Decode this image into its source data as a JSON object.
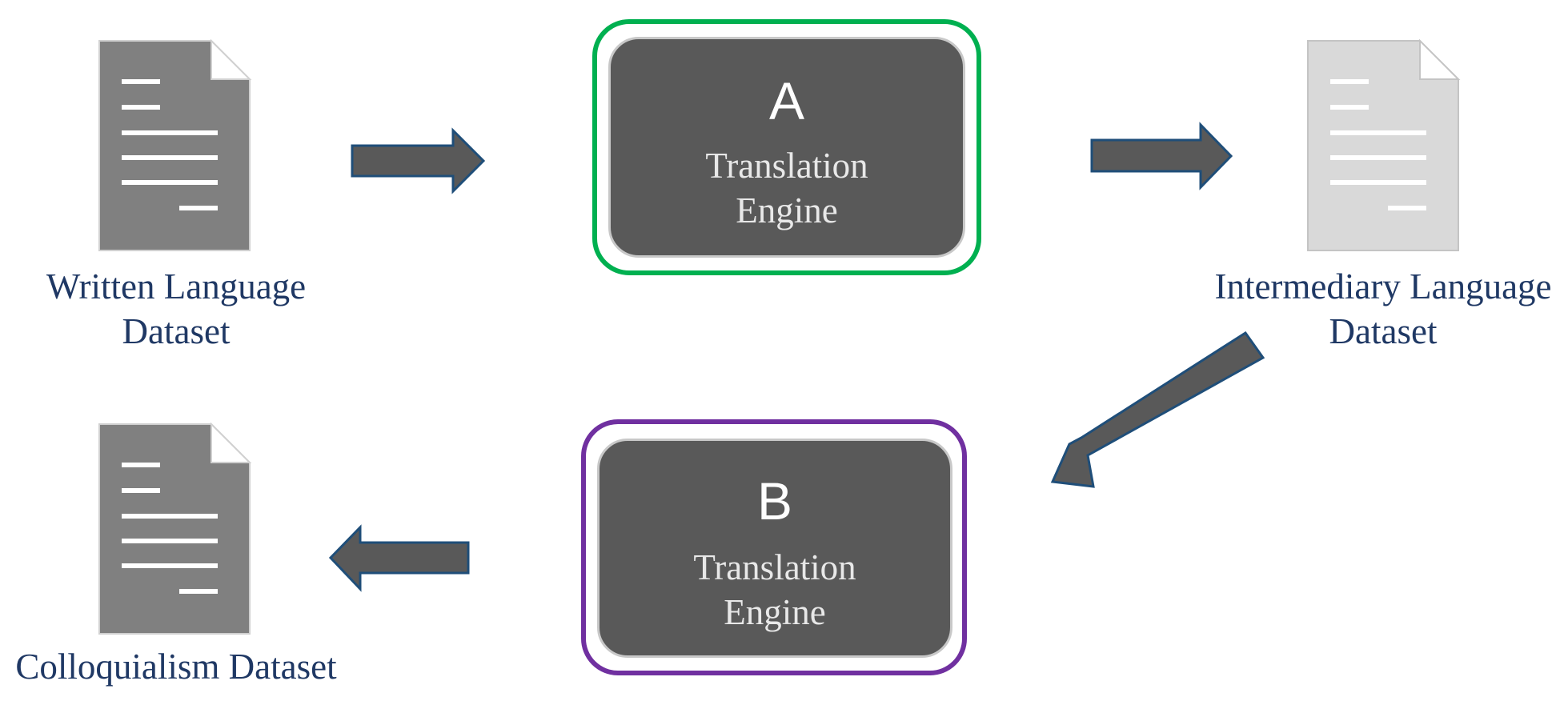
{
  "documents": {
    "written": {
      "label_line1": "Written Language",
      "label_line2": "Dataset",
      "fill": "#808080"
    },
    "intermediary": {
      "label_line1": "Intermediary Language",
      "label_line2": "Dataset",
      "fill": "#d9d9d9"
    },
    "colloquialism": {
      "label": "Colloquialism Dataset",
      "fill": "#808080"
    }
  },
  "engines": {
    "a": {
      "letter": "A",
      "line1": "Translation",
      "line2": "Engine",
      "border_color": "#00b050"
    },
    "b": {
      "letter": "B",
      "line1": "Translation",
      "line2": "Engine",
      "border_color": "#7030a0"
    }
  },
  "colors": {
    "arrow_fill": "#595959",
    "arrow_stroke": "#1f4e79",
    "label_text": "#1f3864"
  }
}
